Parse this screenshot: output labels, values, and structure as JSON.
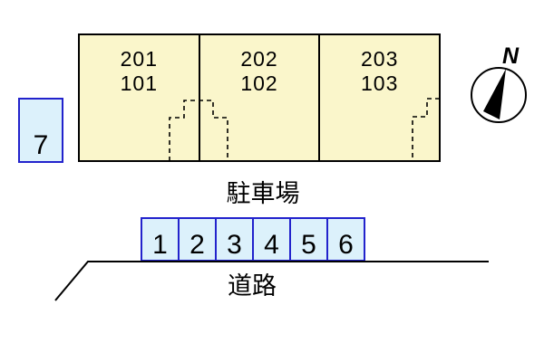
{
  "site_plan": {
    "building": {
      "units": [
        {
          "upper": "201",
          "lower": "101"
        },
        {
          "upper": "202",
          "lower": "102"
        },
        {
          "upper": "203",
          "lower": "103"
        }
      ]
    },
    "parking": {
      "label": "駐車場",
      "spaces": [
        "1",
        "2",
        "3",
        "4",
        "5",
        "6"
      ],
      "extra_space": "7"
    },
    "road_label": "道路",
    "compass_label": "N",
    "colors": {
      "building_fill": "#FAF6CB",
      "parking_fill": "#DCF1FB",
      "parking_border": "#2222CC",
      "line_color": "#000000"
    }
  }
}
